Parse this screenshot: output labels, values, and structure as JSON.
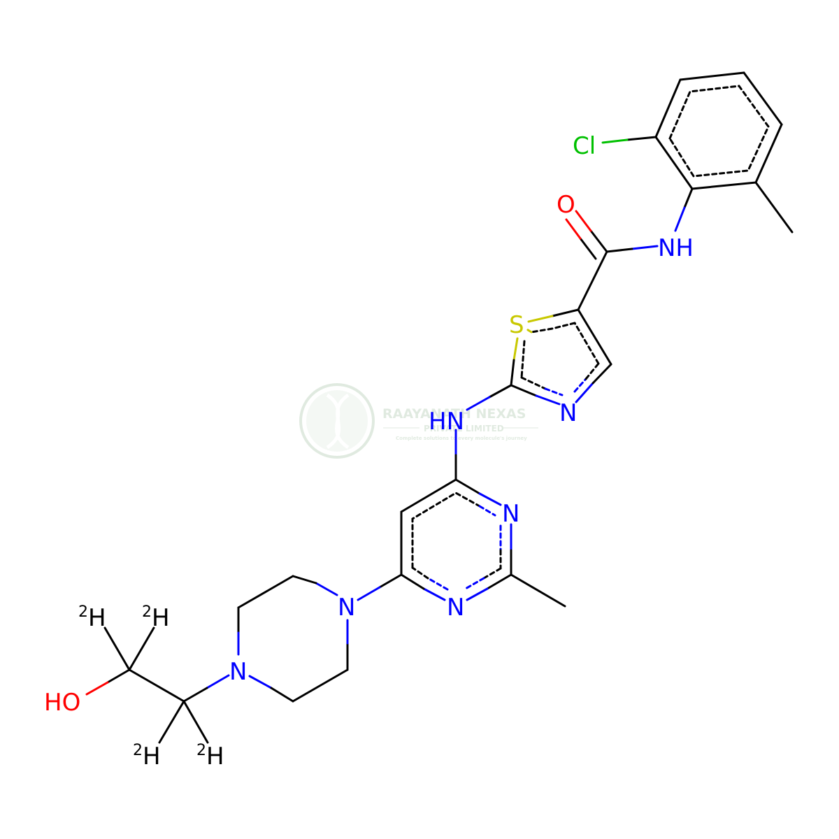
{
  "molecule": {
    "atoms": {
      "cl": "Cl",
      "o_carbonyl": "O",
      "nh_amide": "NH",
      "s_thiazole": "S",
      "n_thiazole": "N",
      "nh_linker": "HN",
      "n_pyrimidine_top": "N",
      "n_pyrimidine_bottom": "N",
      "n_piperazine_top": "N",
      "n_piperazine_bottom": "N",
      "hydroxyl": "HO",
      "deuterium_symbol": "H",
      "isotope_mass": "2"
    },
    "colors": {
      "carbon_bond": "#000000",
      "nitrogen": "#0000ff",
      "oxygen": "#ff0000",
      "sulfur": "#c8c800",
      "chlorine": "#00c000"
    }
  },
  "watermark": {
    "company": "RAAYANATH NEXAS",
    "suffix": "PRIVATE LIMITED",
    "tagline": "Complete solutions to every molecule's journey",
    "color": "#5a8f5a"
  }
}
